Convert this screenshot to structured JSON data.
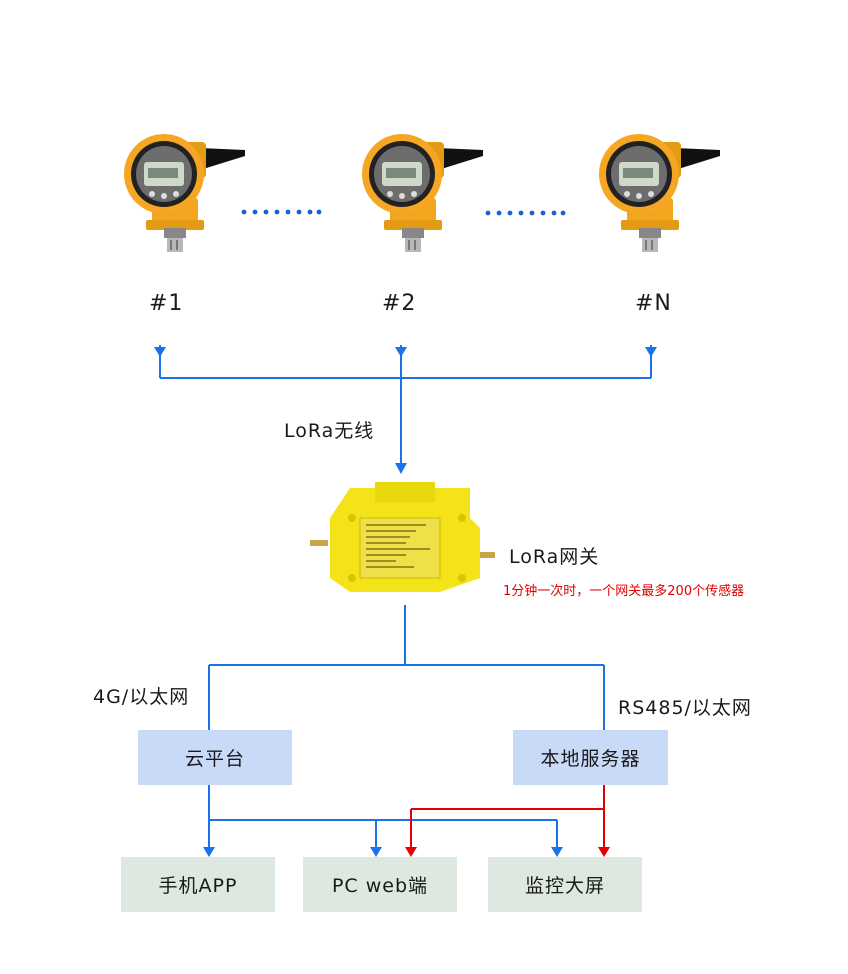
{
  "sensors": [
    {
      "label": "#1"
    },
    {
      "label": "#2"
    },
    {
      "label": "#N"
    }
  ],
  "sensor_image": {
    "description": "yellow pressure transmitter with LCD display and black antenna",
    "body_color": "#f5a623",
    "antenna_color": "#111111",
    "lcd_color": "#cfd9c9"
  },
  "dots_color": "#1a5fd8",
  "link": {
    "wireless_label": "LoRa无线"
  },
  "gateway": {
    "label": "LoRa网关",
    "note": "1分钟一次时，一个网关最多200个传感器",
    "note_color": "#e00000",
    "body_color": "#f3e318"
  },
  "uplinks": {
    "left_label": "4G/以太网",
    "right_label": "RS485/以太网"
  },
  "servers": {
    "cloud": "云平台",
    "local": "本地服务器"
  },
  "clients": {
    "app": "手机APP",
    "pc": "PC web端",
    "screen": "监控大屏"
  },
  "colors": {
    "blue_line": "#1a73e8",
    "red_line": "#e60000",
    "server_box": "#c9daf8",
    "client_box": "#dde8e0"
  }
}
